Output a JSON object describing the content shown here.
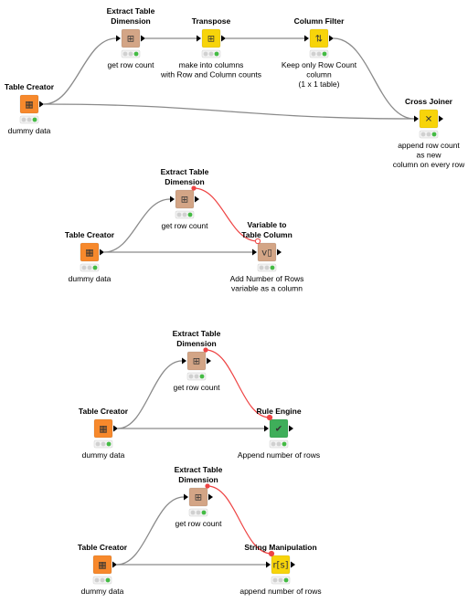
{
  "nodes": {
    "n1": {
      "title": [
        "Table Creator"
      ],
      "label": [
        "dummy data"
      ],
      "kind": "table-creator"
    },
    "n2": {
      "title": [
        "Extract Table",
        "Dimension"
      ],
      "label": [
        "get row count"
      ],
      "kind": "extract-dimension"
    },
    "n3": {
      "title": [
        "Transpose"
      ],
      "label": [
        "make into columns",
        "with Row and Column counts"
      ],
      "kind": "transpose"
    },
    "n4": {
      "title": [
        "Column Filter"
      ],
      "label": [
        "Keep only Row Count",
        "column",
        "(1 x 1 table)"
      ],
      "kind": "column-filter"
    },
    "n5": {
      "title": [
        "Cross Joiner"
      ],
      "label": [
        "append row count",
        "as new",
        "column on every row"
      ],
      "kind": "cross-joiner"
    },
    "n6": {
      "title": [
        "Extract Table",
        "Dimension"
      ],
      "label": [
        "get row count"
      ],
      "kind": "extract-dimension"
    },
    "n7": {
      "title": [
        "Table Creator"
      ],
      "label": [
        "dummy data"
      ],
      "kind": "table-creator"
    },
    "n8": {
      "title": [
        "Variable to",
        "Table Column"
      ],
      "label": [
        "Add Number of Rows",
        "variable as a column"
      ],
      "kind": "variable-to-column"
    },
    "n9": {
      "title": [
        "Extract Table",
        "Dimension"
      ],
      "label": [
        "get row count"
      ],
      "kind": "extract-dimension"
    },
    "n10": {
      "title": [
        "Table Creator"
      ],
      "label": [
        "dummy data"
      ],
      "kind": "table-creator"
    },
    "n11": {
      "title": [
        "Rule Engine"
      ],
      "label": [
        "Append number of rows"
      ],
      "kind": "rule-engine"
    },
    "n12": {
      "title": [
        "Extract Table",
        "Dimension"
      ],
      "label": [
        "get row count"
      ],
      "kind": "extract-dimension"
    },
    "n13": {
      "title": [
        "Table Creator"
      ],
      "label": [
        "dummy data"
      ],
      "kind": "table-creator"
    },
    "n14": {
      "title": [
        "String Manipulation"
      ],
      "label": [
        "append number of rows"
      ],
      "kind": "string-manipulation"
    }
  },
  "connections": [
    {
      "from": "n1",
      "to": "n2",
      "type": "data"
    },
    {
      "from": "n2",
      "to": "n3",
      "type": "data"
    },
    {
      "from": "n3",
      "to": "n4",
      "type": "data"
    },
    {
      "from": "n4",
      "to": "n5",
      "type": "data"
    },
    {
      "from": "n1",
      "to": "n5",
      "type": "data"
    },
    {
      "from": "n7",
      "to": "n6",
      "type": "data"
    },
    {
      "from": "n7",
      "to": "n8",
      "type": "data"
    },
    {
      "from": "n6",
      "to": "n8",
      "type": "variable"
    },
    {
      "from": "n10",
      "to": "n9",
      "type": "data"
    },
    {
      "from": "n10",
      "to": "n11",
      "type": "data"
    },
    {
      "from": "n9",
      "to": "n11",
      "type": "variable"
    },
    {
      "from": "n13",
      "to": "n12",
      "type": "data"
    },
    {
      "from": "n13",
      "to": "n14",
      "type": "data"
    },
    {
      "from": "n12",
      "to": "n14",
      "type": "variable"
    }
  ],
  "kinds": {
    "table-creator": {
      "color": "#F7892C",
      "icon": "table-plus-icon",
      "glyph": "▦"
    },
    "extract-dimension": {
      "color": "#D3A586",
      "icon": "table-dimension-icon",
      "glyph": "⊞"
    },
    "transpose": {
      "color": "#F7D40A",
      "icon": "transpose-grid-icon",
      "glyph": "⊞"
    },
    "column-filter": {
      "color": "#F7D40A",
      "icon": "column-filter-icon",
      "glyph": "⇅"
    },
    "cross-joiner": {
      "color": "#F7D40A",
      "icon": "cross-join-icon",
      "glyph": "✕"
    },
    "variable-to-column": {
      "color": "#D3A586",
      "icon": "variable-to-column-icon",
      "glyph": "v▯"
    },
    "rule-engine": {
      "color": "#3FAE5A",
      "icon": "rule-engine-icon",
      "glyph": "✔"
    },
    "string-manipulation": {
      "color": "#F7D40A",
      "icon": "string-manipulation-icon",
      "glyph": "r[s]"
    }
  },
  "colors": {
    "data_connection": "#8a8a8a",
    "variable_connection": "#ee4444",
    "status_light_off": "#d0d0d0",
    "status_light_on": "#44bb44",
    "port_fill": "#000000"
  }
}
